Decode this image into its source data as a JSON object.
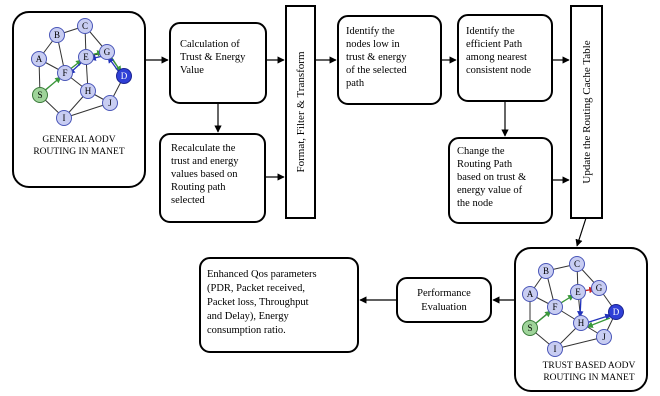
{
  "network_top": {
    "nodes": [
      {
        "id": "A",
        "label": "A"
      },
      {
        "id": "B",
        "label": "B"
      },
      {
        "id": "C",
        "label": "C"
      },
      {
        "id": "E",
        "label": "E"
      },
      {
        "id": "F",
        "label": "F"
      },
      {
        "id": "G",
        "label": "G"
      },
      {
        "id": "D",
        "label": "D"
      },
      {
        "id": "H",
        "label": "H"
      },
      {
        "id": "S",
        "label": "S"
      },
      {
        "id": "I",
        "label": "I"
      },
      {
        "id": "J",
        "label": "J"
      }
    ],
    "caption_lines": [
      "GENERAL AODV",
      "ROUTING IN MANET"
    ]
  },
  "network_bottom": {
    "nodes": [
      {
        "id": "B",
        "label": "B"
      },
      {
        "id": "C",
        "label": "C"
      },
      {
        "id": "A",
        "label": "A"
      },
      {
        "id": "E",
        "label": "E"
      },
      {
        "id": "F",
        "label": "F"
      },
      {
        "id": "G",
        "label": "G"
      },
      {
        "id": "H",
        "label": "H"
      },
      {
        "id": "D",
        "label": "D"
      },
      {
        "id": "S",
        "label": "S"
      },
      {
        "id": "I",
        "label": "I"
      },
      {
        "id": "J",
        "label": "J"
      }
    ],
    "caption_lines": [
      "TRUST BASED AODV",
      "ROUTING IN MANET"
    ]
  },
  "boxes": {
    "calc": [
      "Calculation of",
      "Trust & Energy",
      "Value"
    ],
    "recalc": [
      "Recalculate the",
      "trust and energy",
      "values based on",
      "Routing path",
      "selected"
    ],
    "format": "Format, Filter & Transform",
    "identify_nodes": [
      "Identify the",
      "nodes low in",
      "trust & energy",
      "of the selected",
      "path"
    ],
    "efficient_path": [
      "Identify the",
      "efficient Path",
      "among nearest",
      "consistent node"
    ],
    "change_path": [
      "Change the",
      "Routing Path",
      "based on trust &",
      "energy value of",
      "the node"
    ],
    "update_cache": "Update the Routing Cache Table",
    "performance": [
      "Performance",
      "Evaluation"
    ],
    "enhanced_qos": [
      "Enhanced Qos parameters",
      "(PDR, Packet received,",
      "Packet loss, Throughput",
      "and Delay), Energy",
      "consumption ratio."
    ]
  },
  "colors": {
    "node_fill": "#c8cdf2",
    "node_stroke": "#4a56b8",
    "source_fill": "#9fd49a",
    "dest_fill": "#2f3fd6",
    "path_green": "#3a9a3a",
    "path_blue": "#2233bb",
    "path_red": "#cc2222"
  }
}
